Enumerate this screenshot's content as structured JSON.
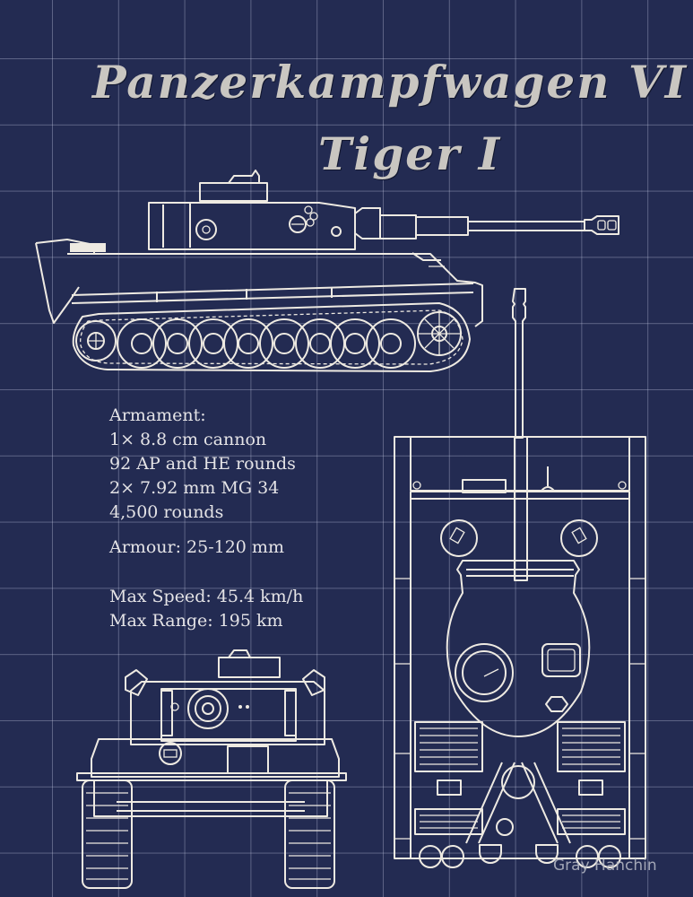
{
  "poster": {
    "title_line_1": "Panzerkampfwagen VI",
    "title_line_2": "Tiger I",
    "background_color": "#232b52",
    "line_color": "#eeeae2",
    "title_color": "#c9c6c1"
  },
  "specs": {
    "armament_heading": "Armament:",
    "armament_1": "1× 8.8 cm cannon",
    "armament_2": "92 AP and HE rounds",
    "armament_3": "2× 7.92 mm MG 34",
    "armament_4": "4,500 rounds",
    "armour": "Armour: 25-120 mm",
    "max_speed": "Max Speed: 45.4 km/h",
    "max_range": "Max Range: 195 km"
  },
  "drawings": {
    "side_view": "side-elevation",
    "front_view": "front-elevation",
    "top_view": "plan-view"
  },
  "credit": "Gray Hanchin"
}
